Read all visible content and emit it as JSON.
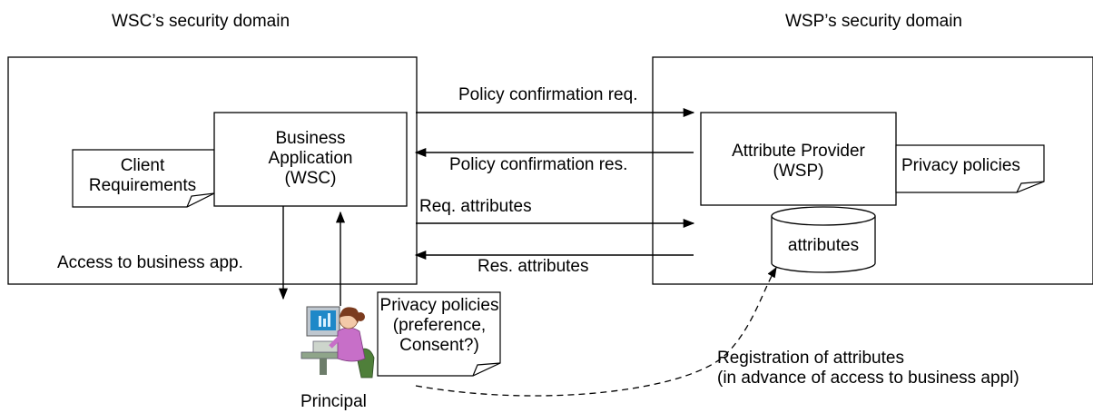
{
  "domains": {
    "wsc_title": "WSC’s security domain",
    "wsp_title": "WSP’s security domain"
  },
  "boxes": {
    "business_app": [
      "Business",
      "Application",
      "(WSC)"
    ],
    "attribute_provider": [
      "Attribute Provider",
      "(WSP)"
    ],
    "attributes_db": "attributes"
  },
  "notes": {
    "client_requirements": [
      "Client",
      "Requirements"
    ],
    "wsp_privacy_policies": "Privacy policies",
    "principal_privacy_policies": [
      "Privacy policies",
      "(preference,",
      "Consent?)"
    ]
  },
  "messages": {
    "policy_req": "Policy confirmation req.",
    "policy_res": "Policy confirmation res.",
    "req_attributes": "Req. attributes",
    "res_attributes": "Res. attributes",
    "access_business_app": "Access to business app.",
    "registration": [
      "Registration of attributes",
      "(in advance of access to business appl)"
    ]
  },
  "actors": {
    "principal": "Principal"
  }
}
